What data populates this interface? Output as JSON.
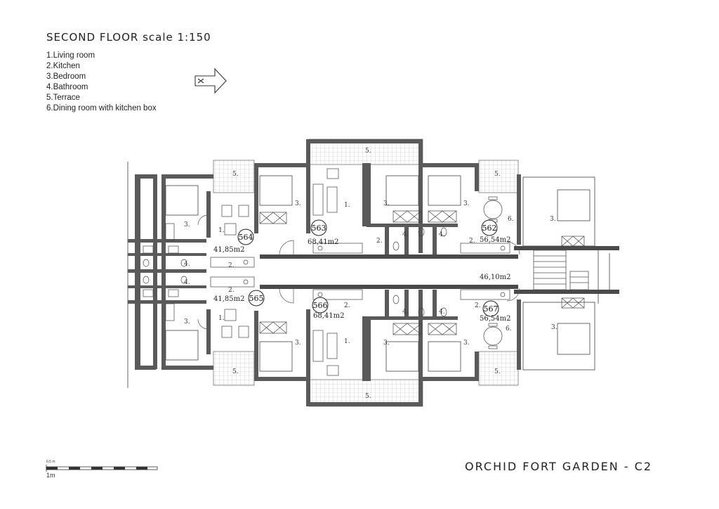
{
  "title": "SECOND FLOOR scale 1:150",
  "legend": [
    "1.Living room",
    "2.Kitchen",
    "3.Bedroom",
    "4.Bathroom",
    "5.Terrace",
    "6.Dining room with kitchen box"
  ],
  "project": "ORCHID FORT GARDEN - C2",
  "scale_bar": {
    "small_label": "0,5 m",
    "label": "1m"
  },
  "corridor_area": "46,10m2",
  "units": [
    {
      "id": "564",
      "area": "41,85m2"
    },
    {
      "id": "563",
      "area": "68,41m2"
    },
    {
      "id": "562",
      "area": "56,54m2"
    },
    {
      "id": "565",
      "area": "41,85m2"
    },
    {
      "id": "566",
      "area": "68,41m2"
    },
    {
      "id": "567",
      "area": "56,54m2"
    }
  ],
  "room_numbers": {
    "living": "1.",
    "kitchen": "2.",
    "bedroom": "3.",
    "bathroom": "4.",
    "terrace": "5.",
    "dining": "6."
  },
  "colors": {
    "wall": "#5a5a5a",
    "line": "#333333",
    "paper": "#ffffff"
  }
}
